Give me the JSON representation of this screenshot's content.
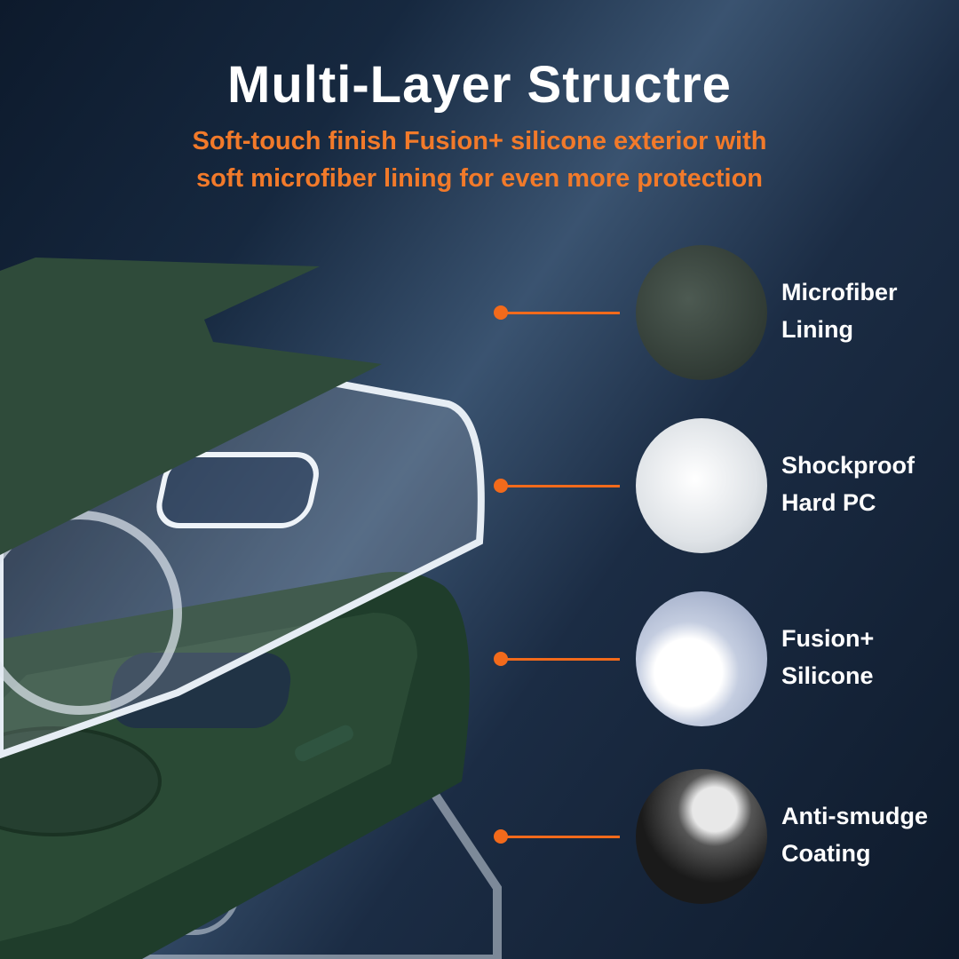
{
  "header": {
    "title": "Multi-Layer Structre",
    "subtitle_line1": "Soft-touch finish Fusion+ silicone exterior with",
    "subtitle_line2": "soft microfiber lining for even more protection"
  },
  "colors": {
    "accent": "#f26a1b",
    "lining_green": "#2f4b3a",
    "silicone_green": "#243f2e"
  },
  "layers": [
    {
      "line1": "Microfiber",
      "line2": "Lining",
      "icon": "microfiber-texture-icon"
    },
    {
      "line1": "Shockproof",
      "line2": "Hard PC",
      "icon": "pc-pellets-icon"
    },
    {
      "line1": "Fusion+",
      "line2": "Silicone",
      "icon": "silicone-paste-icon"
    },
    {
      "line1": "Anti-smudge",
      "line2": "Coating",
      "icon": "spray-gun-icon"
    }
  ]
}
